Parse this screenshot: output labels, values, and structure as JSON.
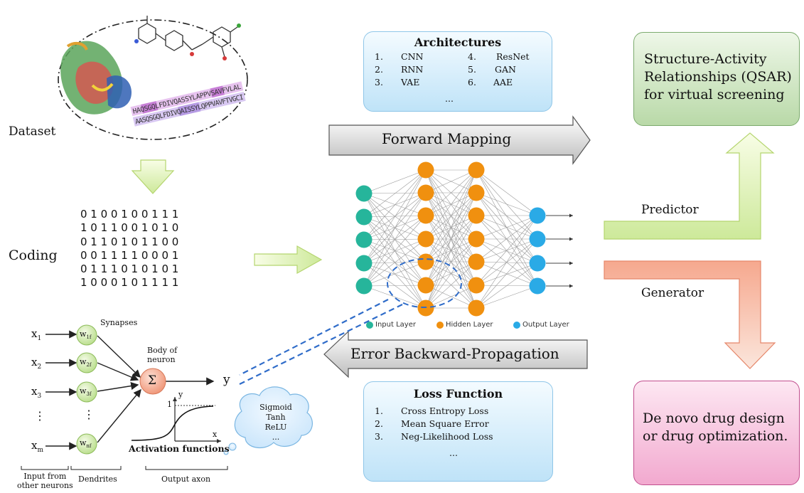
{
  "labels": {
    "dataset": "Dataset",
    "coding": "Coding",
    "forward_mapping": "Forward Mapping",
    "error_backward": "Error Backward-Propagation",
    "predictor": "Predictor",
    "generator": "Generator"
  },
  "architectures": {
    "title": "Architectures",
    "items": [
      {
        "num": "1.",
        "name": "CNN"
      },
      {
        "num": "2.",
        "name": "RNN"
      },
      {
        "num": "3.",
        "name": "VAE"
      },
      {
        "num": "4.",
        "name": "ResNet"
      },
      {
        "num": "5.",
        "name": "GAN"
      },
      {
        "num": "6.",
        "name": "AAE"
      }
    ],
    "ellipsis": "..."
  },
  "loss_function": {
    "title": "Loss Function",
    "items": [
      {
        "num": "1.",
        "name": "Cross Entropy Loss"
      },
      {
        "num": "2.",
        "name": "Mean Square Error"
      },
      {
        "num": "3.",
        "name": "Neg-Likelihood Loss"
      }
    ],
    "ellipsis": "..."
  },
  "qsar_box": {
    "line1": "Structure-Activity",
    "line2": "Relationships (QSAR)",
    "line3": "for virtual screening"
  },
  "denovo_box": {
    "line1": "De novo drug design",
    "line2": "or drug optimization."
  },
  "coding_matrix": [
    "0 1 0 0 1 0 0 1 1 1",
    "1 0 1 1 0 0 1 0 1 0",
    "0 1 1 0 1 0 1 1 0 0",
    "0 0 1 1 1 1 0 0 0 1",
    "0 1 1 1 0 1 0 1 0 1",
    "1 0 0 0 1 0 1 1 1 1"
  ],
  "network_legend": {
    "input": "Input Layer",
    "hidden": "Hidden Layer",
    "output": "Output Layer",
    "input_color": "#26b59b",
    "hidden_color": "#f0900f",
    "output_color": "#2aaae6"
  },
  "neuron": {
    "inputs": [
      "x1",
      "x2",
      "x3",
      "⋮",
      "xm"
    ],
    "weights": [
      "w1f",
      "w2f",
      "w3f",
      "⋮",
      "wnf"
    ],
    "sum_symbol": "Σ",
    "synapses": "Synapses",
    "body_of_neuron": "Body of\nneuron",
    "output_y": "y",
    "plot_y": "y",
    "plot_one": "1",
    "plot_x": "x",
    "activation_functions": "Activation functions",
    "cloud_lines": [
      "Sigmoid",
      "Tanh",
      "ReLU",
      "..."
    ],
    "bottom_labels": [
      "Input from\nother neurons",
      "Dendrites",
      "Output axon"
    ]
  },
  "colors": {
    "box_blue": "#bfe3f8",
    "box_green": "#b9d9a8",
    "box_pink": "#f2a9cf",
    "predictor_arrow": "#d6f0a0",
    "generator_arrow": "#f48f72",
    "neuron_green": "#c9e89f",
    "sum_node": "#f6a98c"
  }
}
